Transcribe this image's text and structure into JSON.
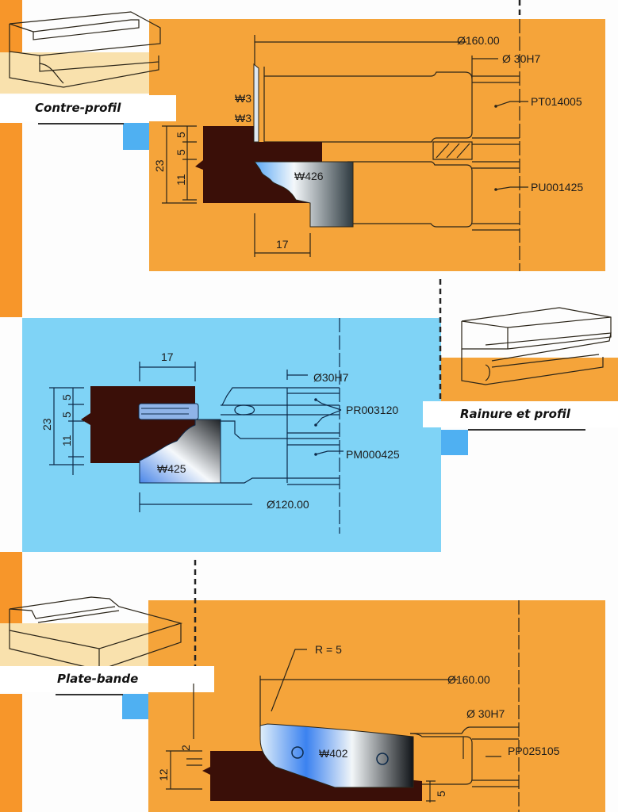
{
  "sections": [
    {
      "id": "contre-profil",
      "title": "Contre-profil",
      "diameter_outer": "Ø160.00",
      "bore": "Ø 30H7",
      "parts": [
        "PT014005",
        "PU001425"
      ],
      "knife_labels": [
        "₩3",
        "₩3",
        "₩426"
      ],
      "dims_vertical": [
        "23",
        "5",
        "5",
        "11"
      ],
      "dim_horizontal": "17"
    },
    {
      "id": "rainure-et-profil",
      "title": "Rainure et profil",
      "diameter_outer": "Ø120.00",
      "bore": "Ø30H7",
      "parts": [
        "PR003120",
        "PM000425"
      ],
      "knife_labels": [
        "₩425"
      ],
      "dims_vertical": [
        "23",
        "5",
        "5",
        "11"
      ],
      "dim_horizontal": "17"
    },
    {
      "id": "plate-bande",
      "title": "Plate-bande",
      "diameter_outer": "Ø160.00",
      "bore": "Ø 30H7",
      "parts": [
        "PP025105"
      ],
      "knife_labels": [
        "₩402"
      ],
      "radius": "R = 5",
      "dims_vertical": [
        "2",
        "12",
        "5"
      ]
    }
  ],
  "colors": {
    "orange": "#f5a43a",
    "orange_bar": "#f7962a",
    "cream": "#f9e1ad",
    "light_blue": "#7fd3f6",
    "blue_square": "#4fb0f2",
    "wood": "#3a0f08"
  }
}
